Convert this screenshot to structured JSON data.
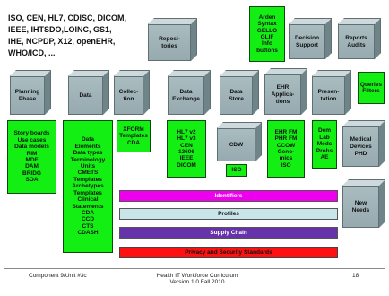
{
  "standards_text": [
    "ISO, CEN, HL7, CDISC, DICOM,",
    "IEEE, IHTSDO,LOINC, GS1,",
    "IHE, NCPDP, X12, openEHR,",
    "WHO/ICD, ..."
  ],
  "boxes": {
    "repositories": [
      "Reposi-",
      "tories"
    ],
    "decision_support": [
      "Decision",
      "Support"
    ],
    "reports_audits": [
      "Reports",
      "Audits"
    ],
    "planning_phase": [
      "Planning",
      "Phase"
    ],
    "data": [
      "Data"
    ],
    "collection": [
      "Collec-",
      "tion"
    ],
    "data_exchange": [
      "Data",
      "Exchange"
    ],
    "data_store": [
      "Data",
      "Store"
    ],
    "ehr_applications": [
      "EHR",
      "Applica-",
      "tions"
    ],
    "presentation": [
      "Presen-",
      "tation"
    ],
    "cdw": [
      "CDW"
    ],
    "medical_devices": [
      "Medical",
      "Devices",
      "PHD"
    ],
    "new_needs": [
      "New",
      "Needs"
    ]
  },
  "green_boxes": {
    "arden": [
      "Arden",
      "Syntax",
      "GELLO",
      "GLIF",
      "Info",
      "buttons"
    ],
    "queries": [
      "Queries",
      "Filters"
    ],
    "planning_list": [
      "Story boards",
      "Use cases",
      "Data models",
      "RIM",
      "MDF",
      "DAM",
      "BRIDG",
      "SOA"
    ],
    "data_list": [
      "Data",
      "Elements",
      "Data types",
      "Terminology",
      "Units",
      "CMETS",
      "Templates",
      "Archetypes",
      "Templates",
      "Clinical",
      "Statements",
      "CDA",
      "CCD",
      "CTS",
      "CDASH"
    ],
    "collection_list": [
      "XFORM",
      "Templates",
      "CDA"
    ],
    "exchange_list": [
      "HL7 v2",
      "HL7 v3",
      "CEN",
      "13606",
      "IEEE",
      "DICOM"
    ],
    "iso_store": [
      "ISO"
    ],
    "ehr_list": [
      "EHR FM",
      "PHR FM",
      "CCOW",
      "Geno-",
      "mics",
      "ISO"
    ],
    "presentation_list": [
      "Dem",
      "Lab",
      "Meds",
      "Probs",
      "AE"
    ]
  },
  "bars": {
    "identifiers": "Identifiers",
    "profiles": "Profiles",
    "supply_chain": "Supply Chain",
    "privacy": "Privacy and Security Standards"
  },
  "colors": {
    "identifiers": "#ee00ee",
    "profiles": "#c8e6ea",
    "supply_chain": "#6633aa",
    "privacy": "#ff1111",
    "green": "#13ef13",
    "box": "#a9bcc0"
  },
  "footer": {
    "left": "Component 9/Unit #3c",
    "center_line1": "Health IT Workforce Curriculum",
    "center_line2": "Version 1.0 Fall 2010",
    "page": "18"
  }
}
